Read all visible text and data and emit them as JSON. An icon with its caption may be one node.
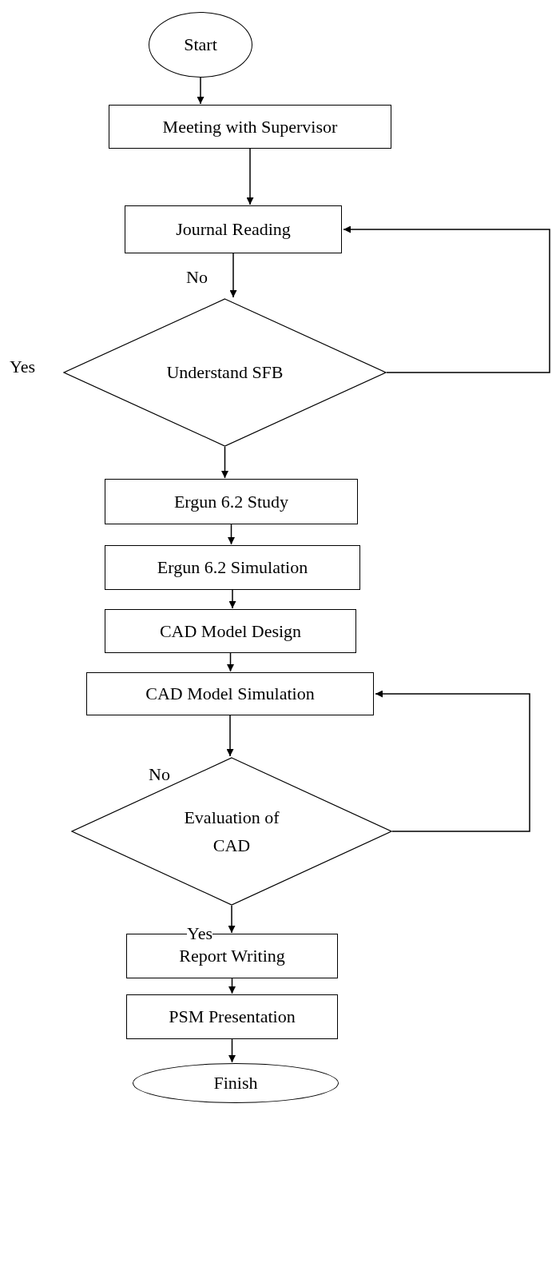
{
  "diagram": {
    "nodes": [
      {
        "text": [
          "Start"
        ]
      },
      {
        "text": [
          "Meeting with Supervisor"
        ]
      },
      {
        "text": [
          "Journal Reading"
        ]
      },
      {
        "text": [
          "Understand SFB"
        ]
      },
      {
        "text": [
          "Ergun 6.2 Study"
        ]
      },
      {
        "text": [
          "Ergun 6.2 Simulation"
        ]
      },
      {
        "text": [
          "CAD Model Design"
        ]
      },
      {
        "text": [
          "CAD Model Simulation"
        ]
      },
      {
        "text": [
          "Evaluation of CAD"
        ]
      },
      {
        "text": [
          "Report Writing"
        ]
      },
      {
        "text": [
          "PSM Presentation"
        ]
      },
      {
        "text": [
          "Finish"
        ]
      }
    ],
    "edges": [
      {
        "from": 0,
        "to": 1,
        "arrow": "to"
      },
      {
        "from": 1,
        "to": 2,
        "arrow": "to"
      },
      {
        "from": 2,
        "to": 3,
        "arrow": "to",
        "label": "No"
      },
      {
        "from": 3,
        "to": 2,
        "arrow": "to"
      },
      {
        "from": 3,
        "to": 4,
        "arrow": "to"
      },
      {
        "from": 4,
        "to": 5,
        "arrow": "to"
      },
      {
        "from": 5,
        "to": 6,
        "arrow": "to"
      },
      {
        "from": 6,
        "to": 7,
        "arrow": "to"
      },
      {
        "from": 7,
        "to": 8,
        "arrow": "to"
      },
      {
        "from": 8,
        "to": 7,
        "arrow": "to"
      },
      {
        "from": 8,
        "to": 9,
        "arrow": "to",
        "label": "Yes"
      },
      {
        "from": 9,
        "to": 10,
        "arrow": "to"
      },
      {
        "from": 10,
        "to": 11,
        "arrow": "to"
      }
    ],
    "labels": [
      "Yes",
      "No"
    ]
  }
}
